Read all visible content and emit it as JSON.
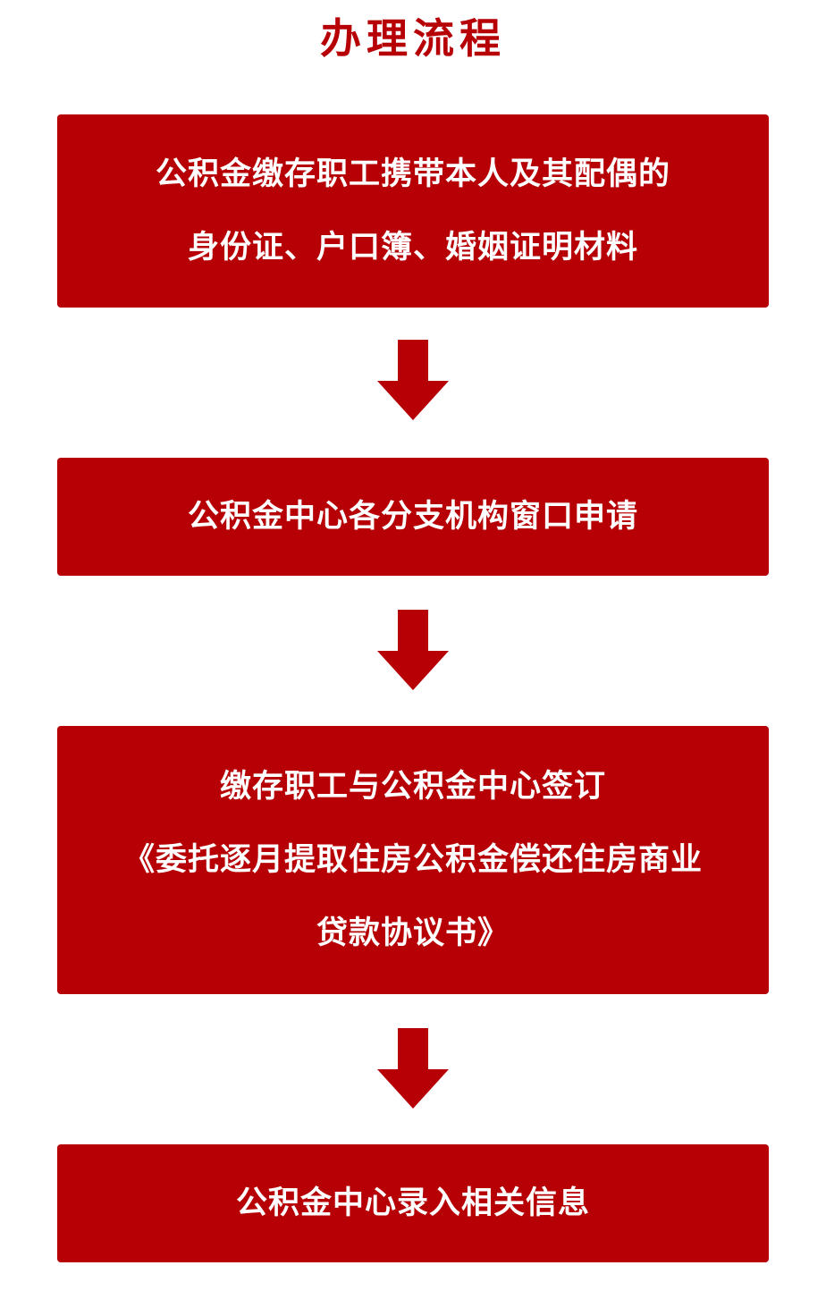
{
  "title": "办理流程",
  "steps": [
    {
      "lines": [
        "公积金缴存职工携带本人及其配偶的",
        "身份证、户口簿、婚姻证明材料"
      ]
    },
    {
      "lines": [
        "公积金中心各分支机构窗口申请"
      ]
    },
    {
      "lines": [
        "缴存职工与公积金中心签订",
        "《委托逐月提取住房公积金偿还住房商业",
        "贷款协议书》"
      ]
    },
    {
      "lines": [
        "公积金中心录入相关信息"
      ]
    }
  ],
  "colors": {
    "primary": "#b60005",
    "text_on_primary": "#ffffff",
    "background": "#ffffff"
  },
  "icons": [
    "arrow-down-icon",
    "arrow-down-icon",
    "arrow-down-icon"
  ]
}
